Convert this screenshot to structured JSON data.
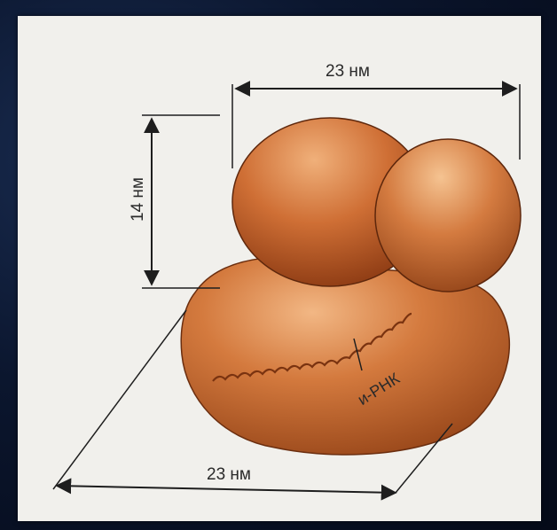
{
  "diagram": {
    "labels": {
      "top_width": "23 нм",
      "height": "14 нм",
      "bottom_width": "23 нм",
      "mrna": "и-РНК"
    },
    "colors": {
      "background_dark": "#0b162e",
      "paper": "#f1f0ec",
      "subunit_fill": "#c9682e",
      "subunit_highlight": "#f0b27a",
      "line": "#1e1e1e"
    }
  }
}
